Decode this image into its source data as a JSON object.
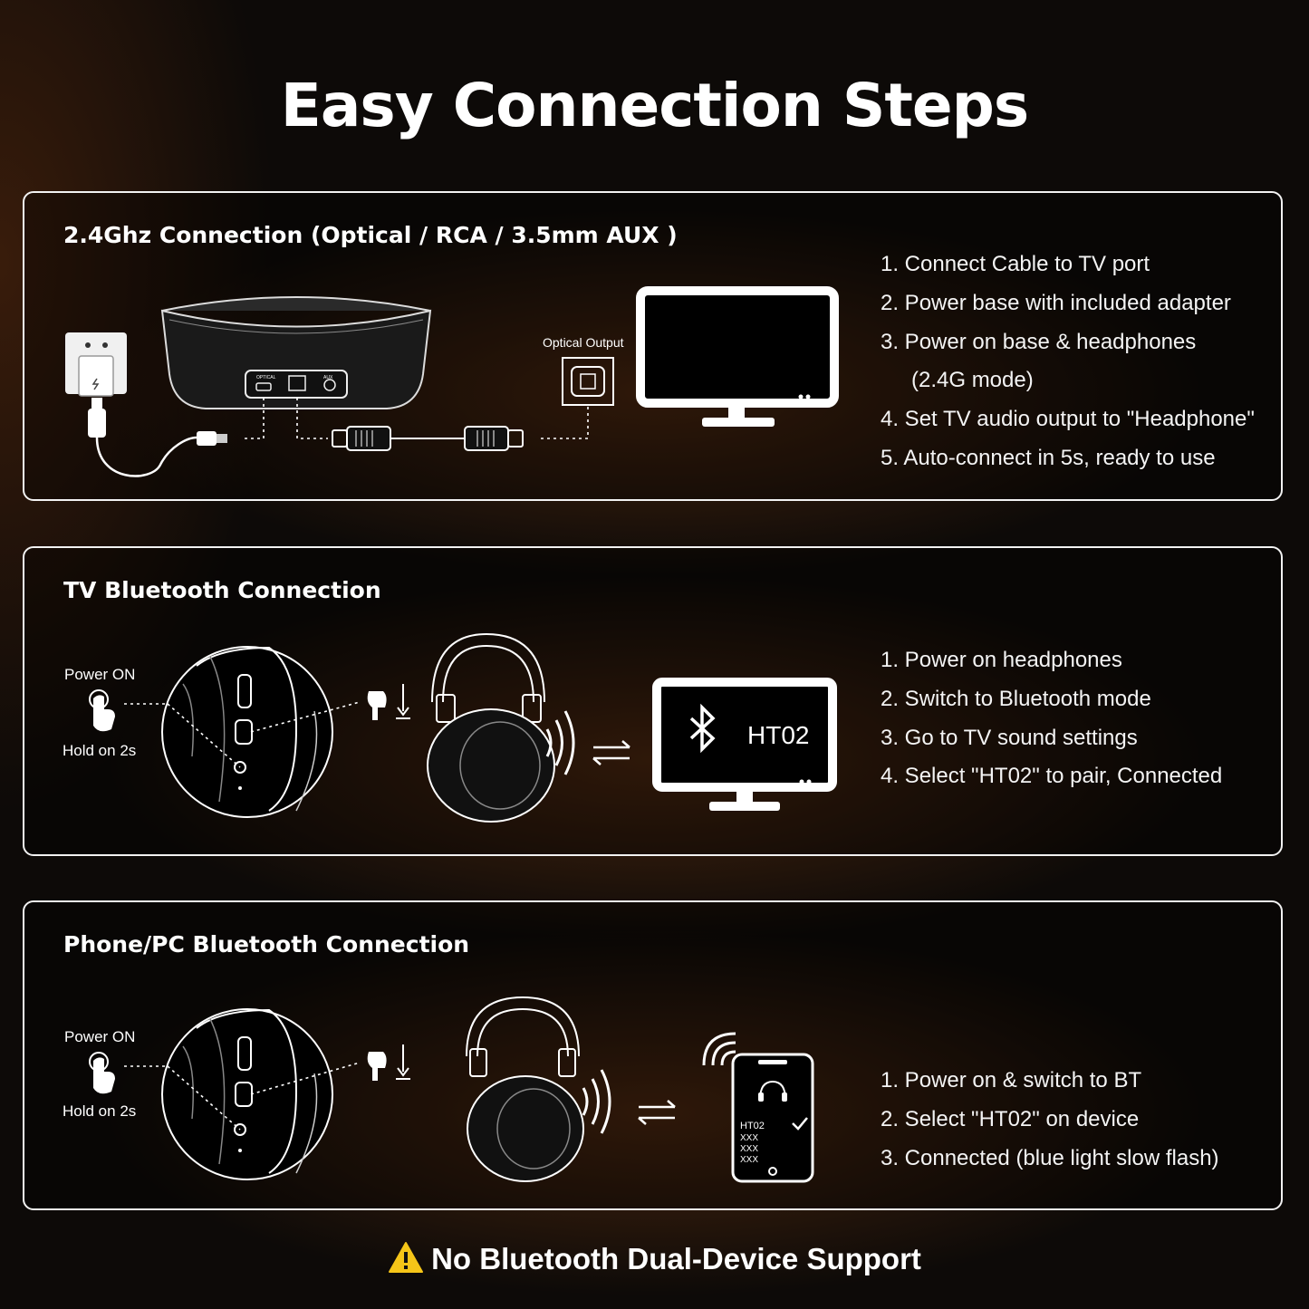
{
  "page_title": "Easy Connection Steps",
  "panels": [
    {
      "title": "2.4Ghz Connection (Optical / RCA / 3.5mm AUX )",
      "steps": [
        "1.  Connect Cable to TV port",
        "2. Power base with included adapter",
        "3.  Power on base & headphones",
        "(2.4G mode)",
        "4. Set TV audio output to \"Headphone\"",
        "5. Auto-connect in 5s, ready to use"
      ],
      "diagram": {
        "optical_label": "Optical Output",
        "port_labels": [
          "OPTICAL",
          "AUX"
        ]
      }
    },
    {
      "title": "TV Bluetooth Connection",
      "steps": [
        "1.  Power on headphones",
        "2. Switch to Bluetooth mode",
        "3. Go to TV sound settings",
        "4. Select \"HT02\" to pair, Connected"
      ],
      "diagram": {
        "power_label": "Power ON",
        "hold_label": "Hold on 2s",
        "tv_device_name": "HT02",
        "icons": [
          "bluetooth-icon",
          "headphones-icon",
          "tv-icon",
          "exchange-arrows-icon"
        ]
      }
    },
    {
      "title": "Phone/PC Bluetooth Connection",
      "steps": [
        "1. Power on & switch to BT",
        "2. Select \"HT02\" on device",
        "3. Connected (blue light slow flash)"
      ],
      "diagram": {
        "power_label": "Power ON",
        "hold_label": "Hold on 2s",
        "phone_list": [
          "HT02",
          "XXX",
          "XXX",
          "XXX"
        ],
        "icons": [
          "phone-icon",
          "headphones-icon",
          "wifi-signal-icon",
          "check-icon"
        ]
      }
    }
  ],
  "footer_note": "No Bluetooth Dual-Device Support",
  "colors": {
    "background": "#0d0a08",
    "accent_glow": "#78401a",
    "warning": "#f5c518",
    "stroke": "#ffffff"
  }
}
